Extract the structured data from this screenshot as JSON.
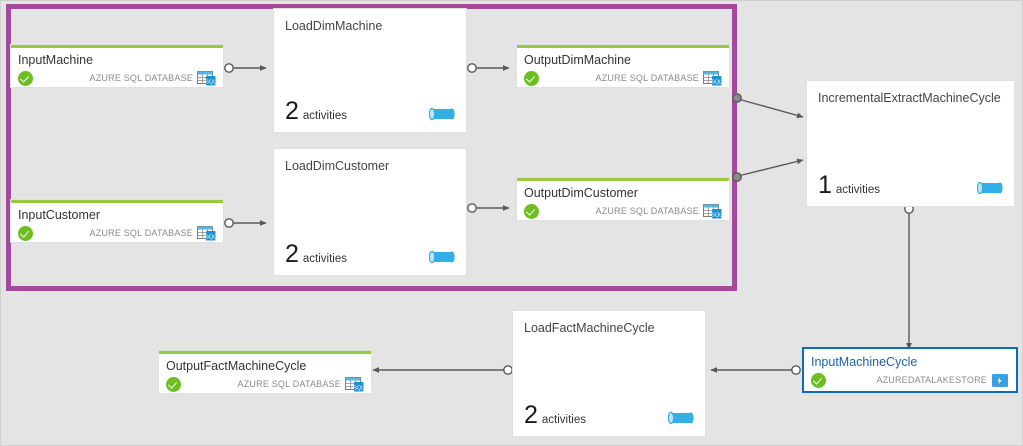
{
  "canvas": {
    "background_color": "#e4e4e4",
    "selection_color": "#a5499f",
    "accent_green": "#97cb3f",
    "status_green": "#6cbe21",
    "selected_border": "#0f6cbd",
    "connector_color": "#595959"
  },
  "selection_group": {
    "label": "selection-rectangle"
  },
  "datasets": [
    {
      "name": "InputMachine",
      "type": "AZURE SQL DATABASE",
      "status": "ready",
      "icon": "sql-table-icon",
      "selected": false
    },
    {
      "name": "InputCustomer",
      "type": "AZURE SQL DATABASE",
      "status": "ready",
      "icon": "sql-table-icon",
      "selected": false
    },
    {
      "name": "OutputDimMachine",
      "type": "AZURE SQL DATABASE",
      "status": "ready",
      "icon": "sql-table-icon",
      "selected": false
    },
    {
      "name": "OutputDimCustomer",
      "type": "AZURE SQL DATABASE",
      "status": "ready",
      "icon": "sql-table-icon",
      "selected": false
    },
    {
      "name": "InputMachineCycle",
      "type": "AZUREDATALAKESTORE",
      "status": "ready",
      "icon": "data-lake-folder-icon",
      "selected": true
    },
    {
      "name": "OutputFactMachineCycle",
      "type": "AZURE SQL DATABASE",
      "status": "ready",
      "icon": "sql-table-icon",
      "selected": false
    }
  ],
  "pipelines": [
    {
      "name": "LoadDimMachine",
      "activity_count": "2",
      "activity_label": "activities",
      "icon": "pipeline-icon"
    },
    {
      "name": "LoadDimCustomer",
      "activity_count": "2",
      "activity_label": "activities",
      "icon": "pipeline-icon"
    },
    {
      "name": "IncrementalExtractMachineCycle",
      "activity_count": "1",
      "activity_label": "activities",
      "icon": "pipeline-icon"
    },
    {
      "name": "LoadFactMachineCycle",
      "activity_count": "2",
      "activity_label": "activities",
      "icon": "pipeline-icon"
    }
  ]
}
